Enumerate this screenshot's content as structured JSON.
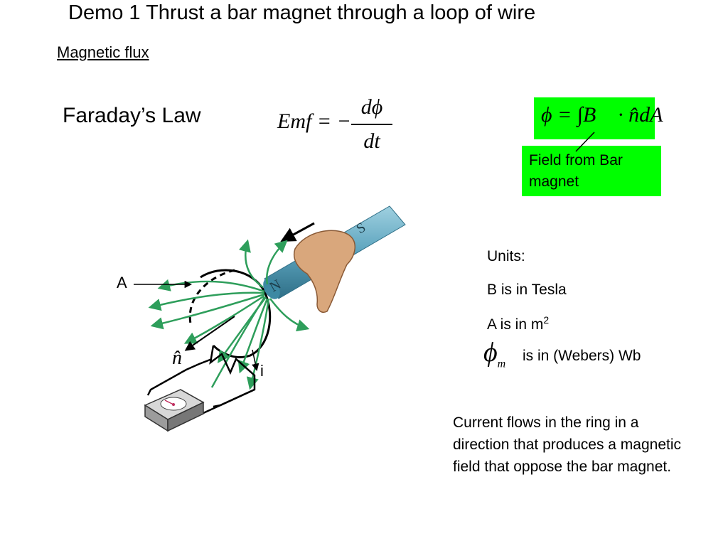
{
  "slide": {
    "title": "Demo 1  Thrust a bar magnet through a loop of wire",
    "subtitle": "Magnetic flux",
    "faraday_label": "Faraday’s Law"
  },
  "emf_equation": {
    "lhs": "Emf = −",
    "numerator": "dϕ",
    "denominator": "dt"
  },
  "flux_equation": {
    "text": "ϕ = ∫B⃗ · n̂dA"
  },
  "field_box": {
    "line1": "Field from Bar",
    "line2": "magnet"
  },
  "units": {
    "heading": "Units:",
    "b_line": "B is in Tesla",
    "a_line": "A is in m",
    "a_sup": "2",
    "phi_symbol": "ϕ",
    "phi_sub": "m",
    "webers_line": "is in (Webers) Wb"
  },
  "current_note": "Current flows in the ring in a direction that produces a magnetic field  that oppose the bar magnet.",
  "diagram": {
    "label_area": "A",
    "label_normal": "n̂",
    "label_current": "i",
    "label_north": "N",
    "label_south": "S",
    "colors": {
      "field_lines": "#2e9e5b",
      "magnet": "#5ba3bd",
      "highlight_box": "#00ff00",
      "hand": "#d9a77c"
    }
  }
}
